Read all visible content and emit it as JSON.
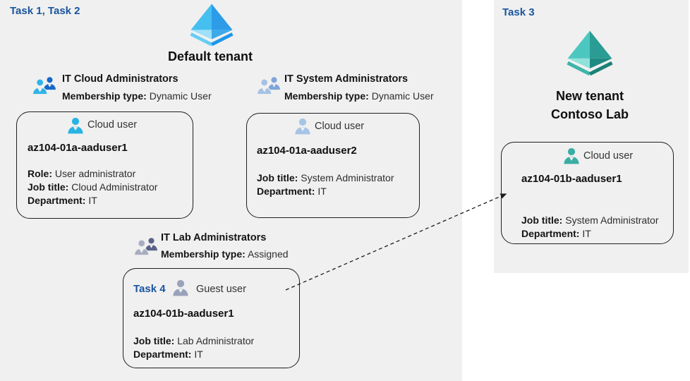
{
  "canvas": {
    "panel_bg": "#f0f0f0",
    "task_color": "#19559e",
    "border_color": "#1f1f1f"
  },
  "left_panel": {
    "task_label": "Task 1, Task 2",
    "tenant_name": "Default tenant"
  },
  "right_panel": {
    "task_label": "Task 3",
    "tenant_name_line1": "New tenant",
    "tenant_name_line2": "Contoso Lab"
  },
  "groups": [
    {
      "name": "IT Cloud Administrators",
      "membership_label": "Membership type:",
      "membership_value": "Dynamic User",
      "icon": {
        "primary": "#2fb3e8",
        "secondary": "#1569c8"
      }
    },
    {
      "name": "IT System Administrators",
      "membership_label": "Membership type:",
      "membership_value": "Dynamic User",
      "icon": {
        "primary": "#a5c2e5",
        "secondary": "#7fa6d8"
      }
    },
    {
      "name": "IT Lab Administrators",
      "membership_label": "Membership type:",
      "membership_value": "Assigned",
      "icon": {
        "primary": "#a8adc2",
        "secondary": "#5a6187"
      }
    }
  ],
  "cards": {
    "cloud_user_1": {
      "type_label": "Cloud user",
      "name": "az104-01a-aaduser1",
      "icon_color": "#29b2e2",
      "lines": [
        {
          "label": "Role:",
          "value": "User administrator"
        },
        {
          "label": "Job title:",
          "value": "Cloud Administrator"
        },
        {
          "label": "Department:",
          "value": "IT"
        }
      ]
    },
    "cloud_user_2": {
      "type_label": "Cloud user",
      "name": "az104-01a-aaduser2",
      "icon_color": "#a6c4e6",
      "lines": [
        {
          "label": "Job title:",
          "value": "System Administrator"
        },
        {
          "label": "Department:",
          "value": "IT"
        }
      ]
    },
    "guest_user": {
      "task_label": "Task 4",
      "type_label": "Guest user",
      "name": "az104-01b-aaduser1",
      "icon_color": "#9aa2ba",
      "lines": [
        {
          "label": "Job title:",
          "value": "Lab Administrator"
        },
        {
          "label": "Department:",
          "value": "IT"
        }
      ]
    },
    "new_tenant_user": {
      "type_label": "Cloud user",
      "name": "az104-01b-aaduser1",
      "icon_color": "#3aada4",
      "lines": [
        {
          "label": "Job title:",
          "value": "System Administrator"
        },
        {
          "label": "Department:",
          "value": "IT"
        }
      ]
    }
  },
  "icons": {
    "tenant_blue": {
      "tl": "#45bef0",
      "tr": "#2d9ce8",
      "bl": "#9edff9",
      "br": "#3da9e9",
      "rim_l": "#66cdf5",
      "rim_r": "#1e97e8"
    },
    "tenant_teal": {
      "tl": "#4cc7bf",
      "tr": "#2b9c93",
      "bl": "#8fe2db",
      "br": "#1f8a81",
      "rim_l": "#3eb4aa",
      "rim_r": "#1a8177"
    }
  },
  "arrow": {
    "color": "#1c1c1c"
  }
}
